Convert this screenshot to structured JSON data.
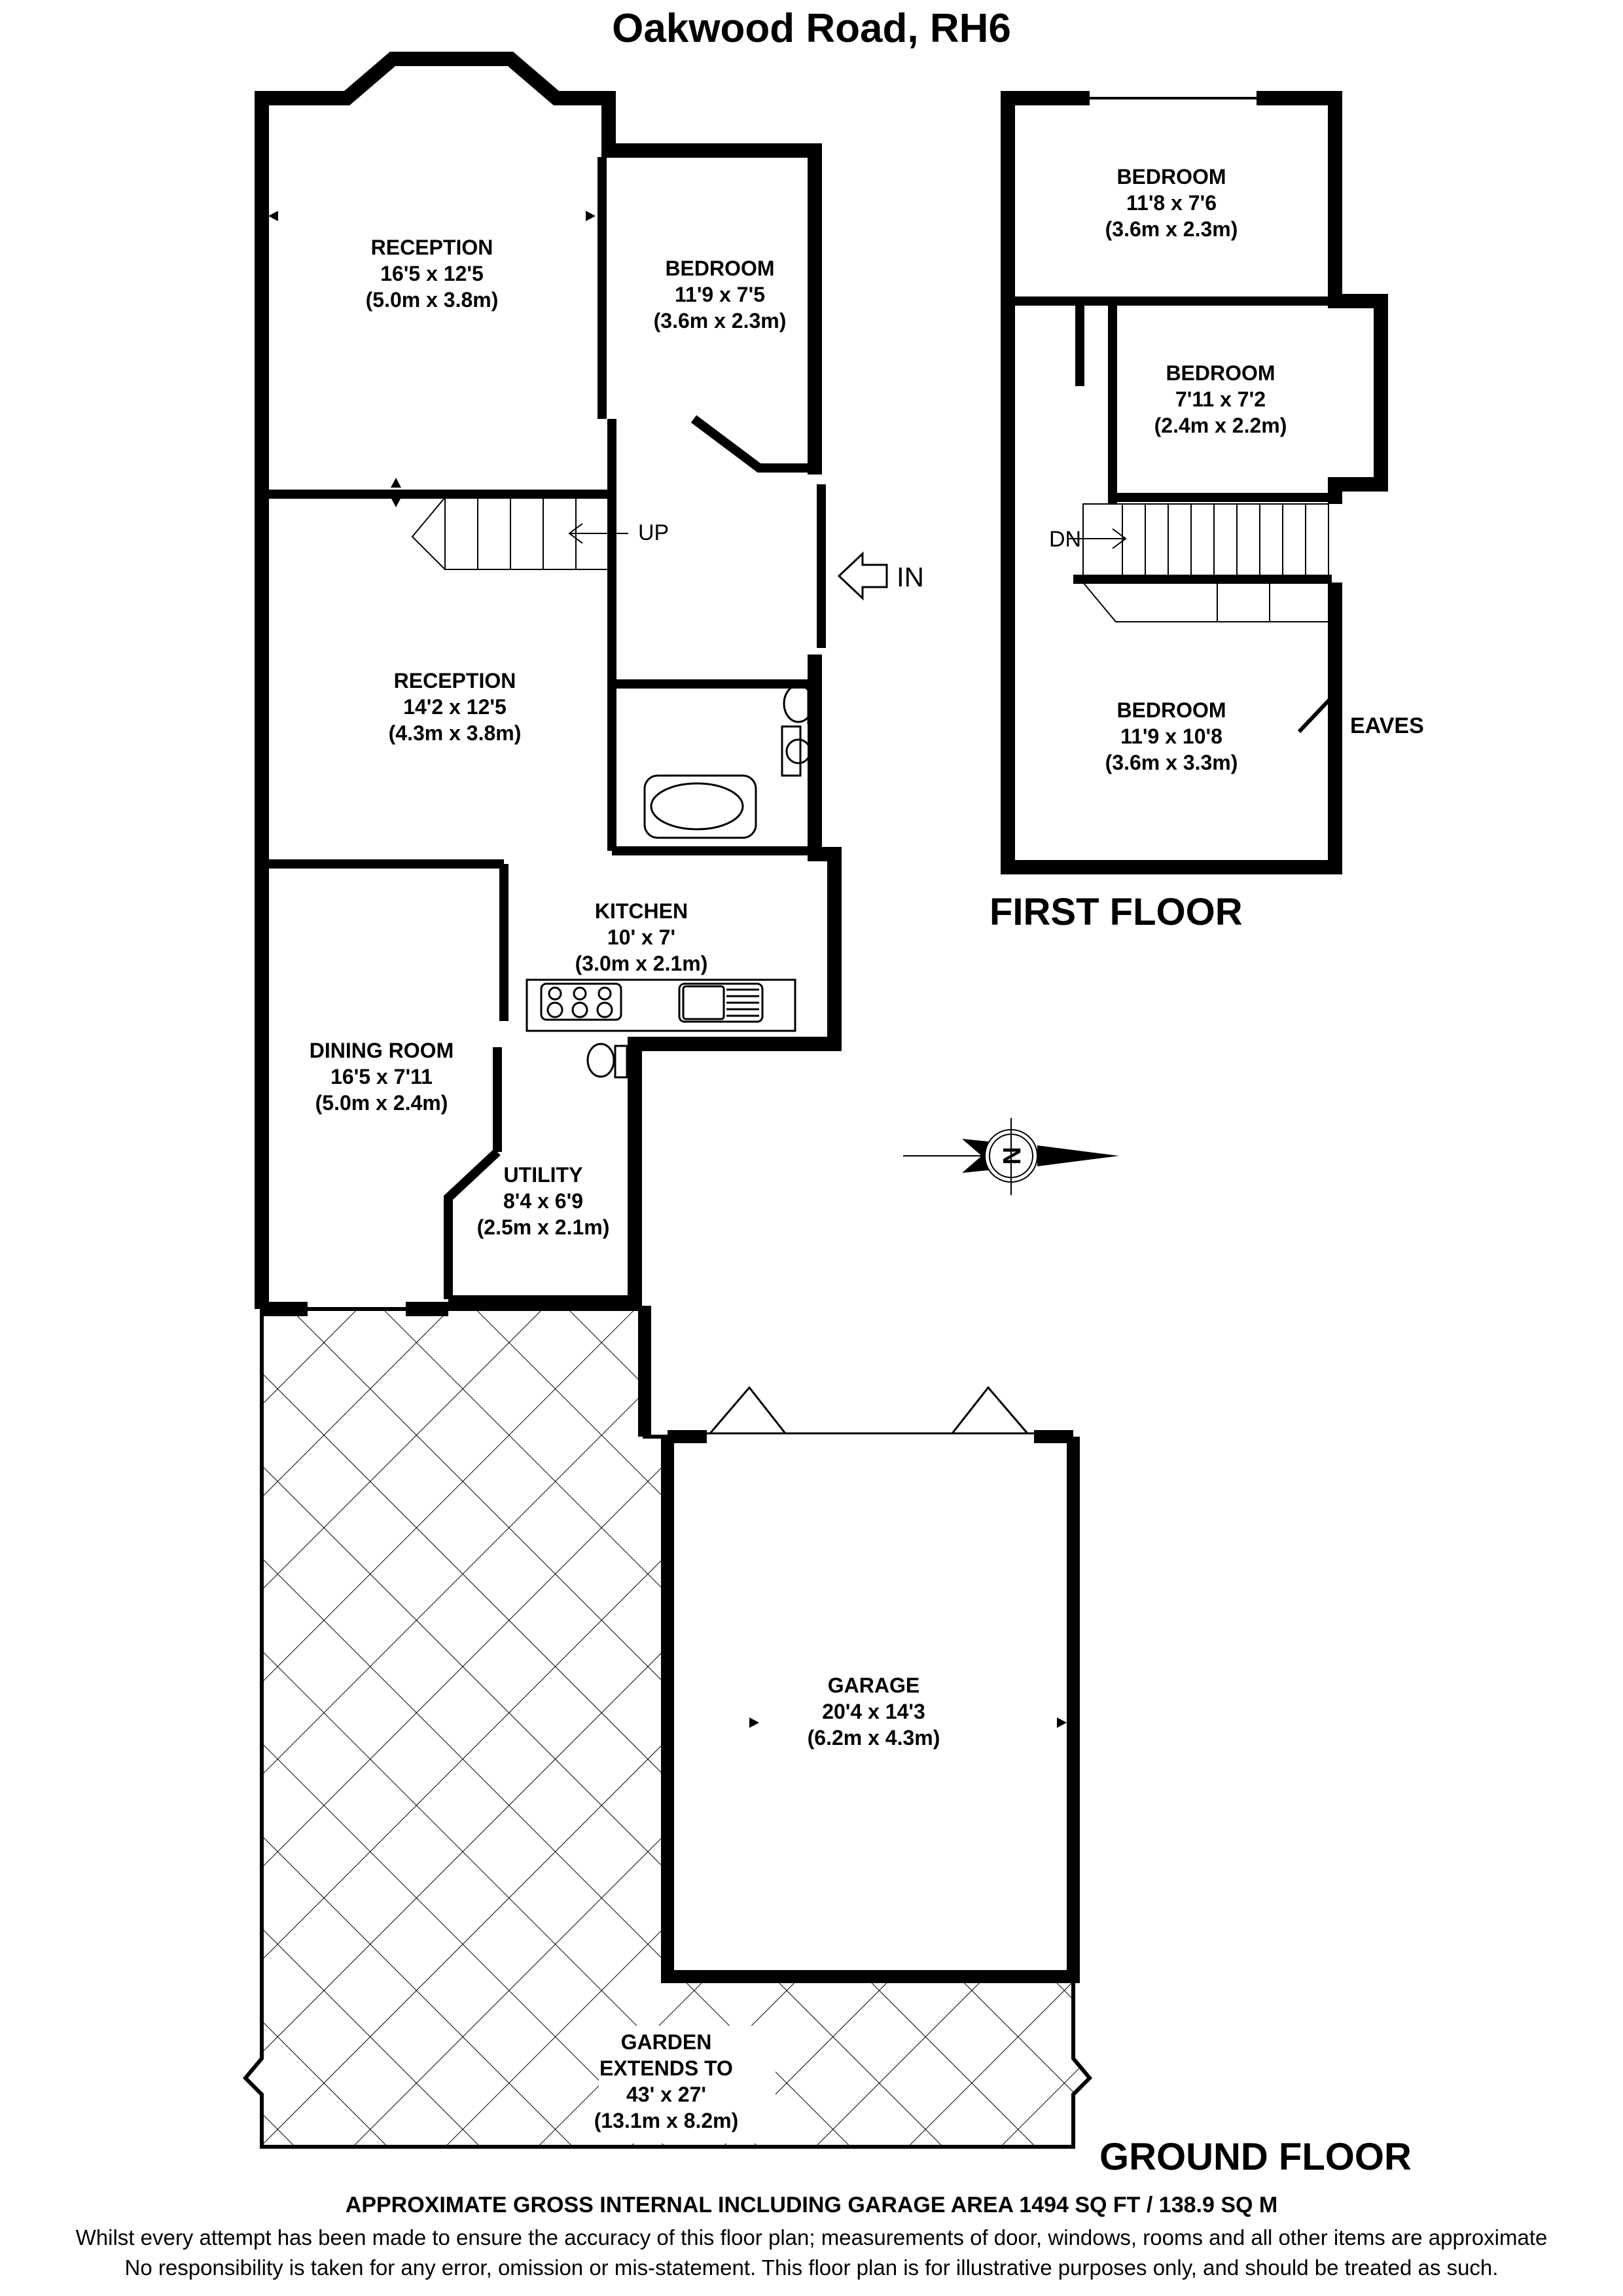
{
  "title": "Oakwood Road, RH6",
  "floors": {
    "ground": {
      "label": "GROUND FLOOR",
      "rooms": [
        {
          "name": "RECEPTION",
          "imperial": "16'5 x 12'5",
          "metric": "(5.0m x 3.8m)"
        },
        {
          "name": "BEDROOM",
          "imperial": "11'9 x 7'5",
          "metric": "(3.6m x 2.3m)"
        },
        {
          "name": "RECEPTION",
          "imperial": "14'2 x 12'5",
          "metric": "(4.3m x 3.8m)"
        },
        {
          "name": "KITCHEN",
          "imperial": "10' x 7'",
          "metric": "(3.0m x 2.1m)"
        },
        {
          "name": "DINING ROOM",
          "imperial": "16'5 x 7'11",
          "metric": "(5.0m x 2.4m)"
        },
        {
          "name": "UTILITY",
          "imperial": "8'4 x 6'9",
          "metric": "(2.5m x 2.1m)"
        },
        {
          "name": "GARAGE",
          "imperial": "20'4 x 14'3",
          "metric": "(6.2m x 4.3m)"
        }
      ],
      "garden": {
        "line1": "GARDEN",
        "line2": "EXTENDS TO",
        "imperial": "43' x 27'",
        "metric": "(13.1m x 8.2m)"
      },
      "stairs_label": "UP",
      "entrance_label": "IN"
    },
    "first": {
      "label": "FIRST FLOOR",
      "rooms": [
        {
          "name": "BEDROOM",
          "imperial": "11'8 x 7'6",
          "metric": "(3.6m x 2.3m)"
        },
        {
          "name": "BEDROOM",
          "imperial": "7'11 x 7'2",
          "metric": "(2.4m x 2.2m)"
        },
        {
          "name": "BEDROOM",
          "imperial": "11'9 x 10'8",
          "metric": "(3.6m x 3.3m)"
        }
      ],
      "stairs_label": "DN",
      "eaves_label": "EAVES"
    }
  },
  "compass": {
    "icon": "north-compass-icon",
    "letter": "N"
  },
  "area_summary": "APPROXIMATE GROSS INTERNAL INCLUDING GARAGE AREA 1494 SQ FT / 138.9 SQ M",
  "disclaimer": {
    "line1": "Whilst every attempt has been made to ensure the accuracy of this floor plan; measurements of door, windows, rooms and all other items are approximate",
    "line2": "No responsibility is taken for any error, omission or mis-statement. This floor plan is for illustrative purposes only, and should be treated as such."
  }
}
